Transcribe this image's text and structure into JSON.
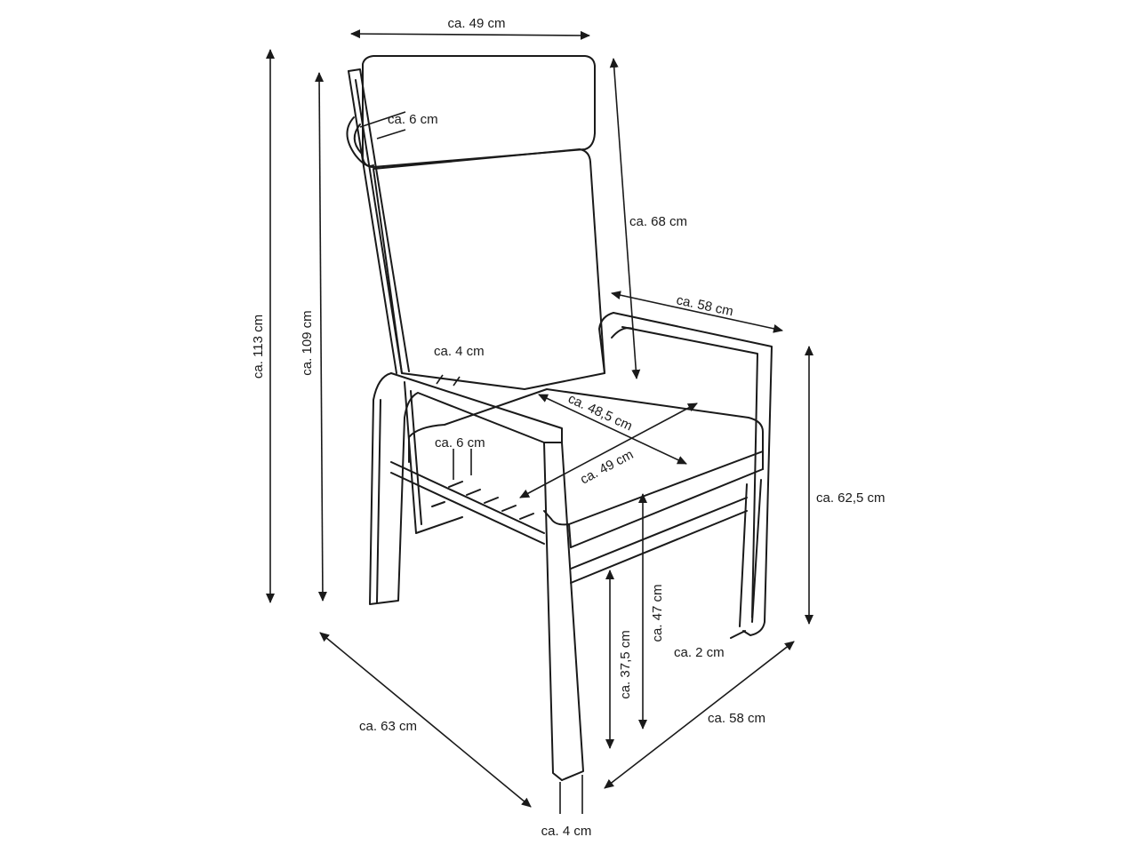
{
  "labels": {
    "width_top": "ca. 49 cm",
    "headrest_thickness": "ca. 6 cm",
    "backrest_height": "ca. 68 cm",
    "armrest_depth": "ca. 58 cm",
    "armrest_width": "ca. 4 cm",
    "seat_width": "ca. 48,5 cm",
    "cushion_thickness": "ca. 6 cm",
    "seat_depth": "ca. 49 cm",
    "total_height": "ca. 113 cm",
    "height_without_headrest": "ca. 109 cm",
    "armrest_height": "ca. 62,5 cm",
    "seat_height": "ca. 47 cm",
    "frame_height": "ca. 37,5 cm",
    "leg_thickness": "ca. 2 cm",
    "depth_overall": "ca. 63 cm",
    "width_overall": "ca. 58 cm",
    "leg_width": "ca. 4 cm"
  }
}
